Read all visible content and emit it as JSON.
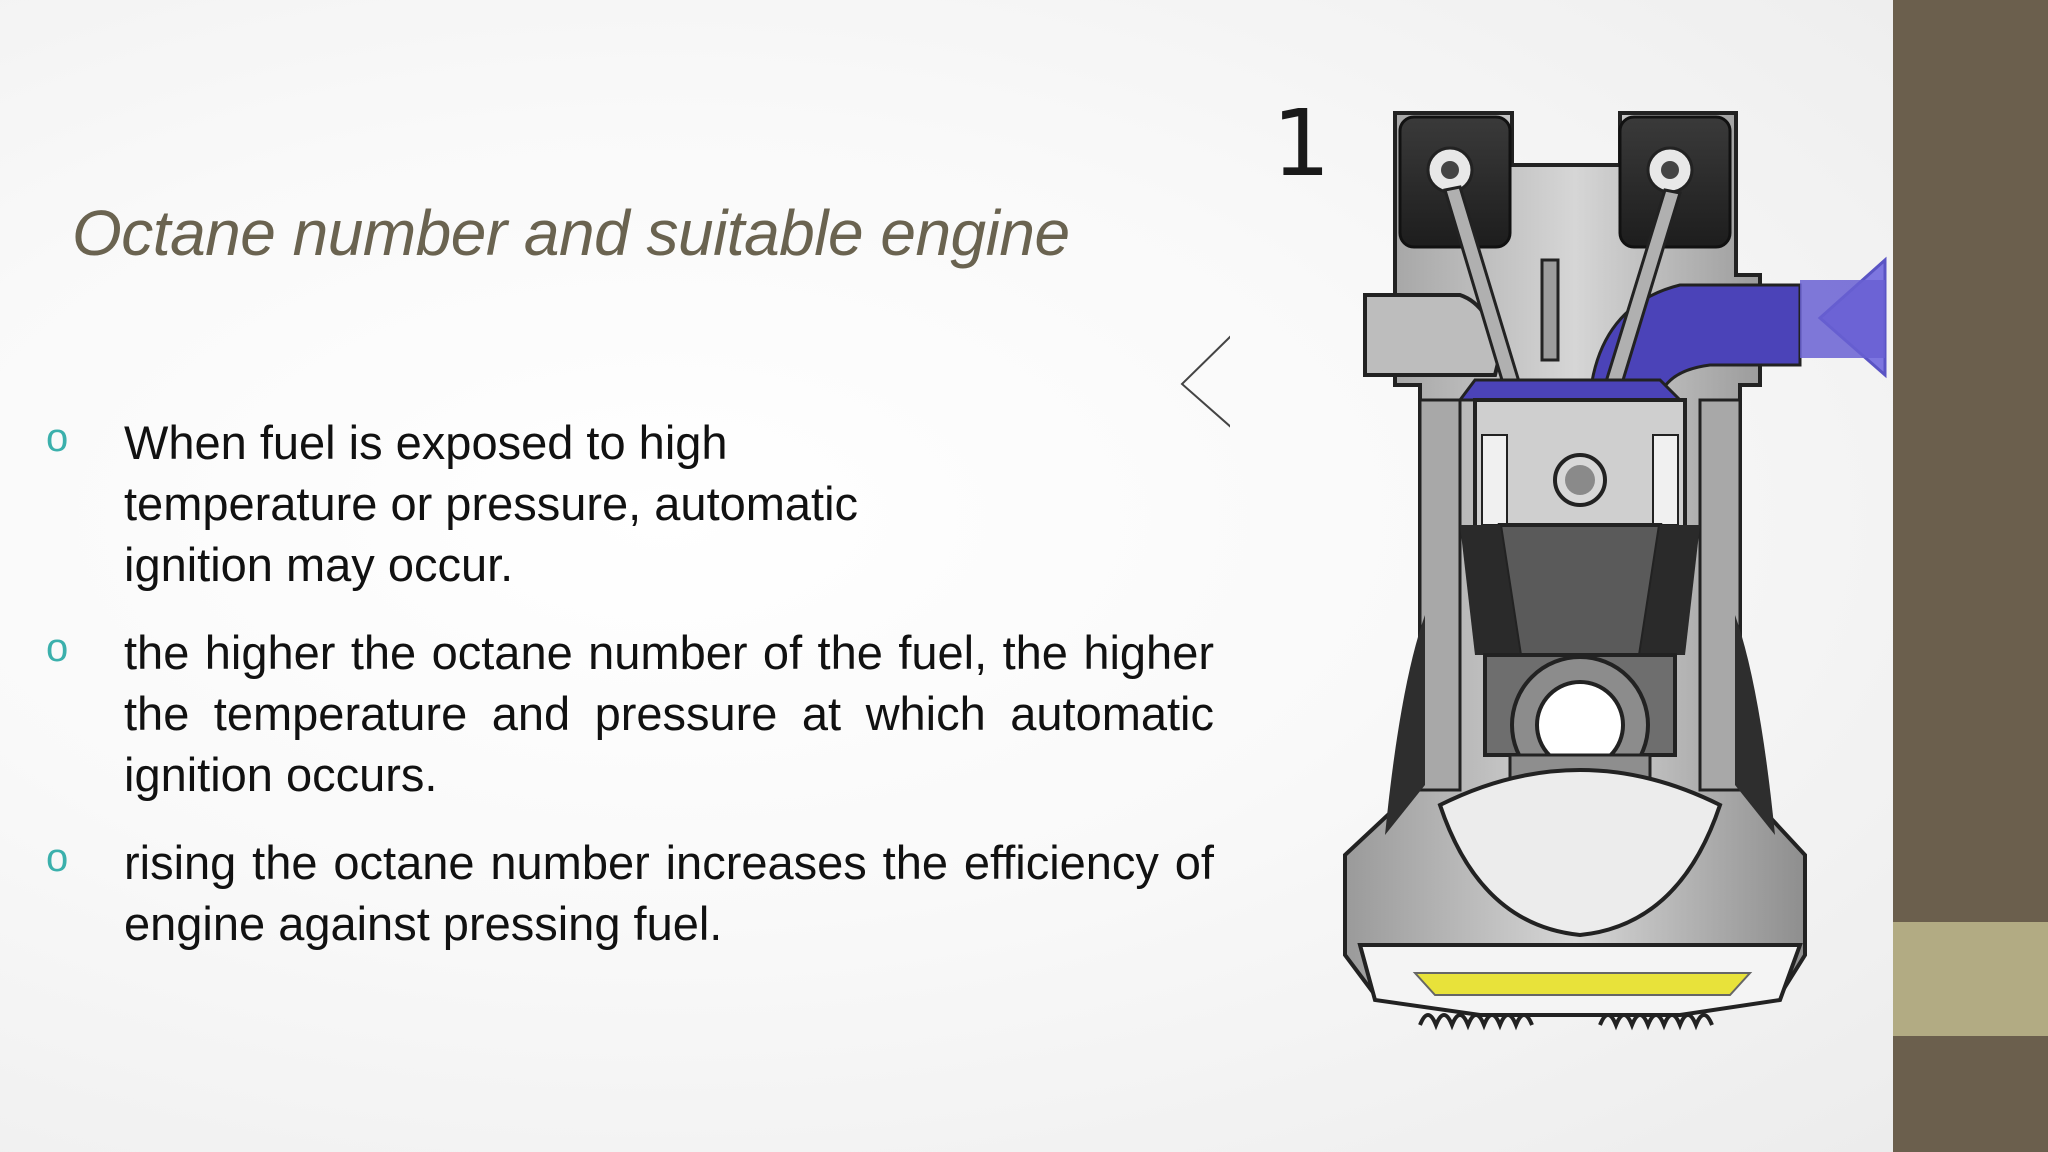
{
  "slide": {
    "title": "Octane number and suitable engine",
    "bullet_marker": "o",
    "bullets": [
      "When fuel is exposed to high temperature or pressure, automatic ignition may occur.",
      "the higher the octane number of the fuel,  the higher the temperature and pressure  at which automatic ignition occurs.",
      "rising the octane number increases the efficiency of engine against pressing fuel."
    ]
  },
  "figure": {
    "stroke_number": "1"
  },
  "colors": {
    "title": "#6a6350",
    "bullet_marker": "#3bb0ac",
    "side_bar": "#6b5f4d",
    "side_accent": "#b2ab83",
    "intake_charge": "#4b43b8",
    "oil": "#e8e23a"
  },
  "icons": {
    "bullet": "hollow-circle-bullet-icon",
    "arrow": "intake-arrow-icon"
  }
}
